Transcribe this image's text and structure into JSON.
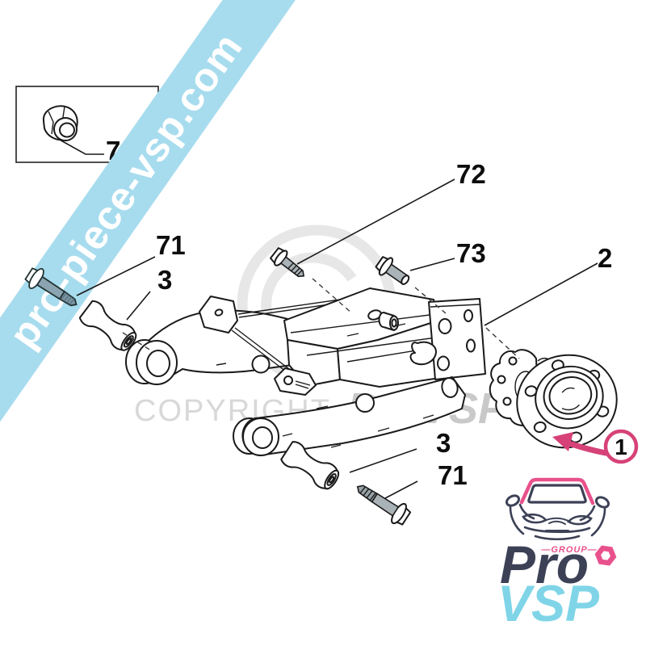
{
  "banner": {
    "text": "pro-piece-vsp.com",
    "bg": "#a7dcee",
    "fg": "#ffffff"
  },
  "watermark": {
    "copyright": "COPYRIGHT",
    "brand": "ProVSP",
    "symbol": "copyright-circle"
  },
  "callouts": {
    "wheel_nut": "70",
    "arm_bolt_upper": "71",
    "bushing_upper": "3",
    "bracket_bolt": "72",
    "plate_bolt": "73",
    "hub_assembly": "2",
    "bushing_lower": "3",
    "arm_bolt_lower": "71",
    "highlighted_part": "1"
  },
  "highlight": {
    "color": "#d64277"
  },
  "logo": {
    "group_label": "—GROUP—",
    "pro": "Pro",
    "vsp": "VSP",
    "colors": {
      "navy": "#3c4156",
      "pink": "#e9518c",
      "cyan": "#7fd5e7"
    }
  }
}
